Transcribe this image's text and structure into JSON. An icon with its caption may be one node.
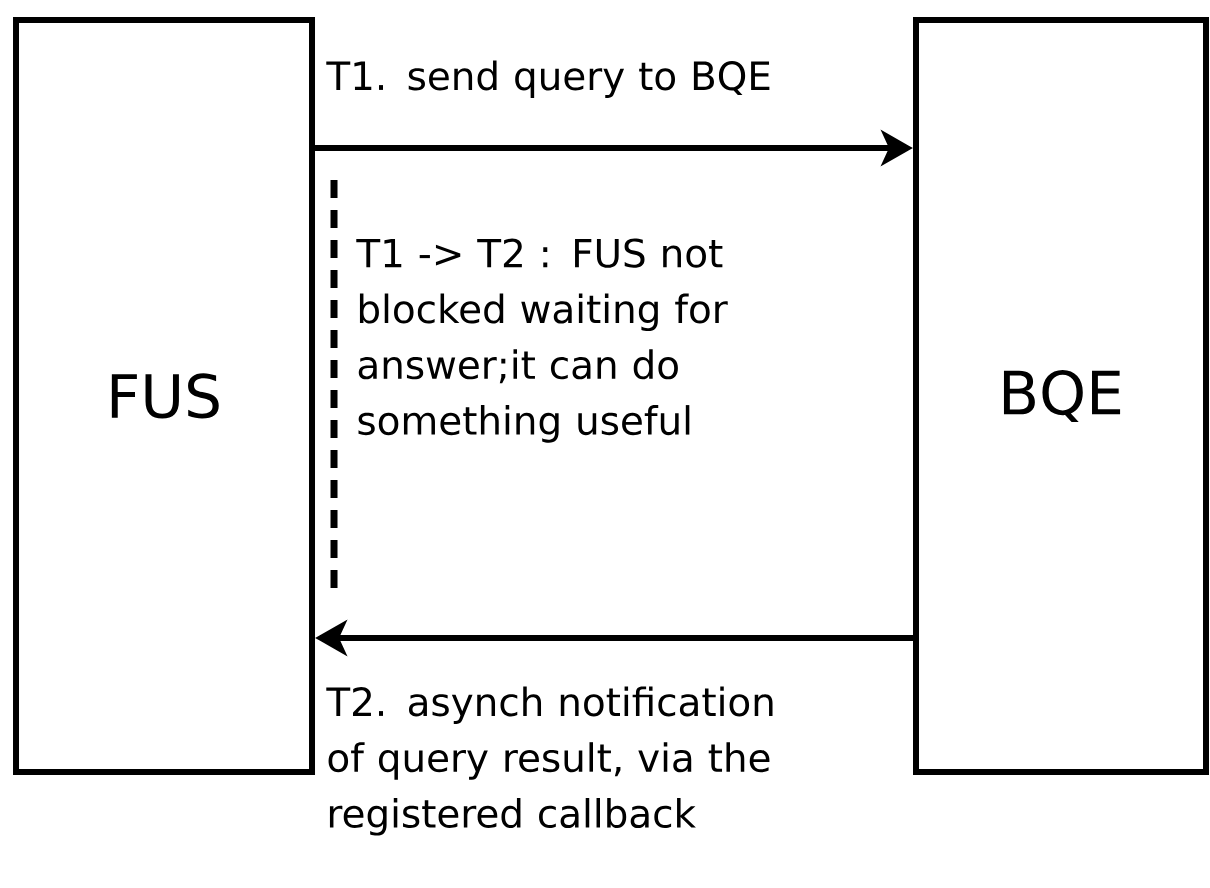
{
  "diagram": {
    "nodes": [
      {
        "text": [
          "FUS"
        ]
      },
      {
        "text": [
          "BQE"
        ]
      }
    ],
    "edges": [
      {
        "from": 0,
        "to": 1,
        "arrow": "to",
        "label": "T1. send query to BQE"
      },
      {
        "from": 1,
        "to": 0,
        "arrow": "to",
        "label": "T2. asynch notification of query result, via the registered callback"
      }
    ],
    "labels": [
      "T1 -> T2 : FUS not blocked waiting for answer;it can do something useful"
    ]
  }
}
